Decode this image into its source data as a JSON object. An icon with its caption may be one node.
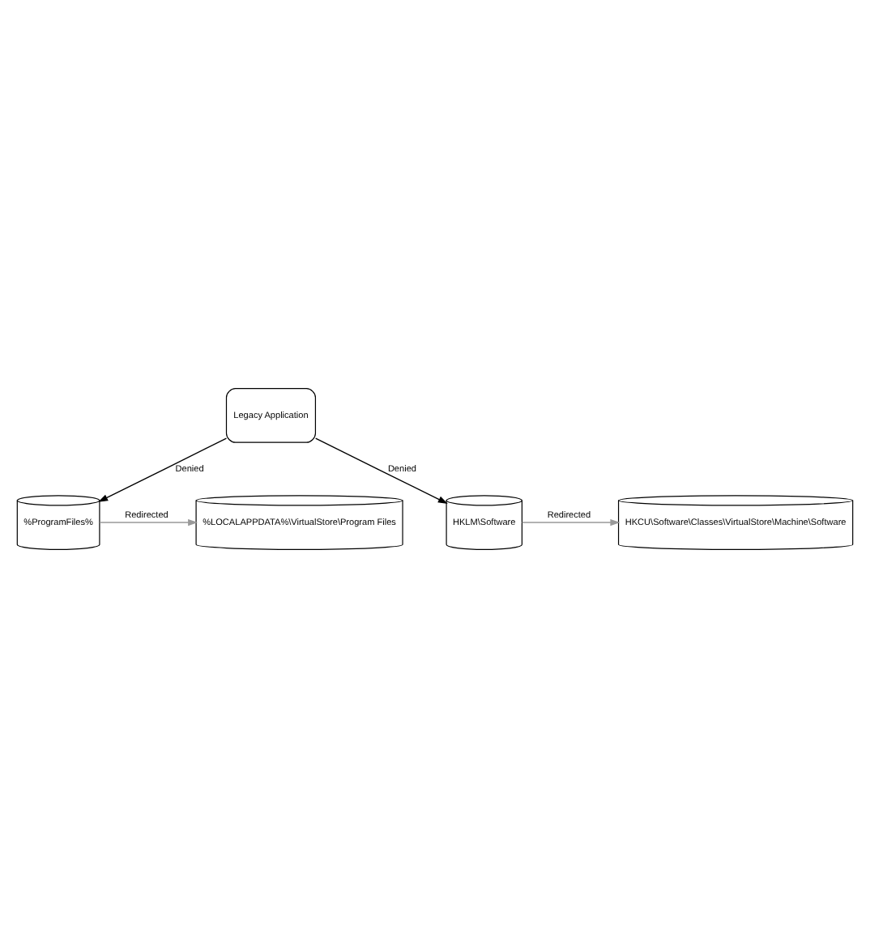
{
  "diagram": {
    "nodes": [
      {
        "text": [
          "%ProgramFiles%"
        ]
      },
      {
        "text": [
          "%LOCALAPPDATA%\\VirtualStore\\Program Files"
        ]
      },
      {
        "text": [
          "Legacy Application"
        ]
      },
      {
        "text": [
          "HKLM\\Software"
        ]
      },
      {
        "text": [
          "HKCU\\Software\\Classes\\VirtualStore\\Machine\\Software"
        ]
      }
    ],
    "edges": [
      {
        "from": 2,
        "to": 0,
        "arrow": "to",
        "label": "Denied"
      },
      {
        "from": 0,
        "to": 1,
        "arrow": "to",
        "label": "Redirected",
        "color": "#999999"
      },
      {
        "from": 2,
        "to": 3,
        "arrow": "to",
        "label": "Denied"
      },
      {
        "from": 3,
        "to": 4,
        "arrow": "to",
        "label": "Redirected",
        "color": "#999999"
      }
    ]
  }
}
